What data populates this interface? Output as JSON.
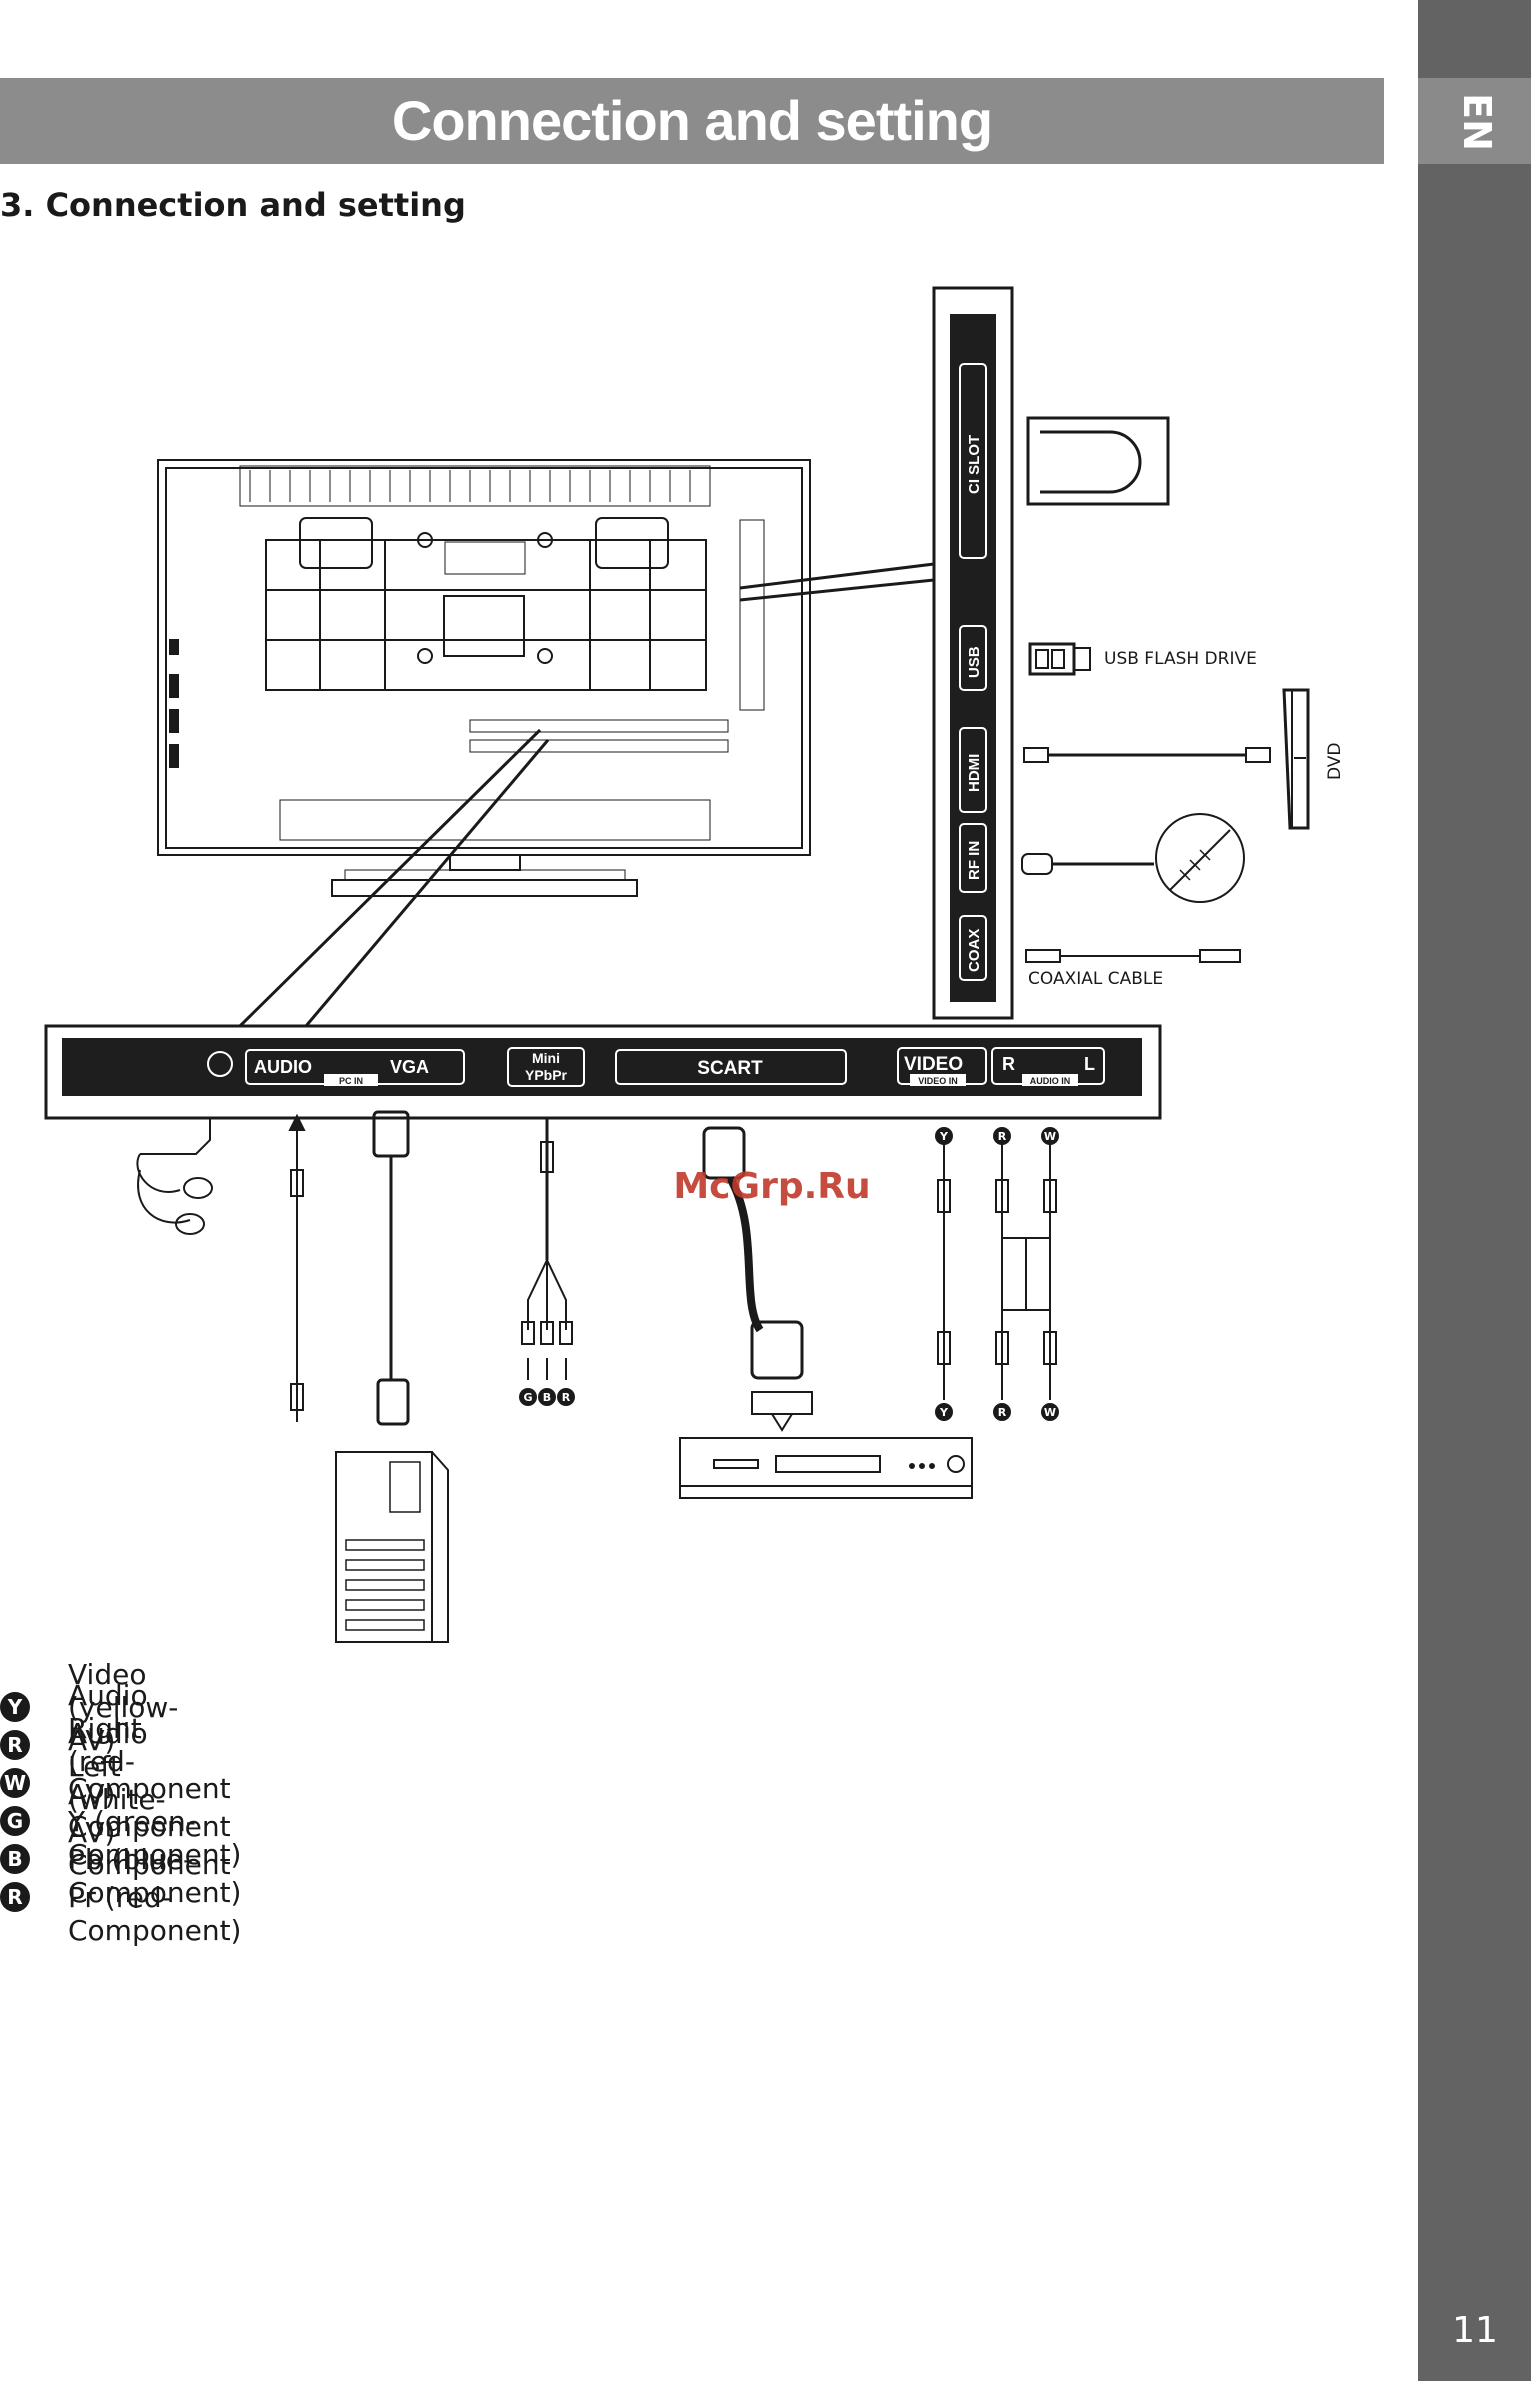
{
  "header": {
    "title": "Connection and setting",
    "lang": "EN",
    "page_number": "11"
  },
  "section_heading": "3. Connection and setting",
  "side_panel": {
    "ports": [
      "CI SLOT",
      "USB",
      "HDMI",
      "RF IN",
      "COAX"
    ],
    "devices": {
      "usb": "USB FLASH DRIVE",
      "dvd": "DVD",
      "coax": "COAXIAL CABLE"
    }
  },
  "bottom_panel": {
    "audio": "AUDIO",
    "vga": "VGA",
    "pc_in": "PC IN",
    "mini_top": "Mini",
    "mini_bottom": "YPbPr",
    "scart": "SCART",
    "video": "VIDEO",
    "video_in": "VIDEO IN",
    "r": "R",
    "l": "L",
    "audio_in": "AUDIO IN"
  },
  "connector_badges": {
    "y": "Y",
    "r": "R",
    "w": "W",
    "g": "G",
    "b": "B"
  },
  "watermark": "McGrp.Ru",
  "legend": [
    {
      "badge": "Y",
      "label": "Video (yellow-AV)"
    },
    {
      "badge": "R",
      "label": "Audio Right (red-AV)"
    },
    {
      "badge": "W",
      "label": "Audio Left (white-AV)"
    },
    {
      "badge": "G",
      "label": "Component Y (green-Component)"
    },
    {
      "badge": "B",
      "label": "Component Pb (blue-Component)"
    },
    {
      "badge": "R",
      "label": "Component Pr (red-Component)"
    }
  ],
  "colors": {
    "sidebar": "#636363",
    "title_band": "#8c8c8c",
    "panel": "#1e1e1e",
    "watermark": "#c0392b"
  }
}
